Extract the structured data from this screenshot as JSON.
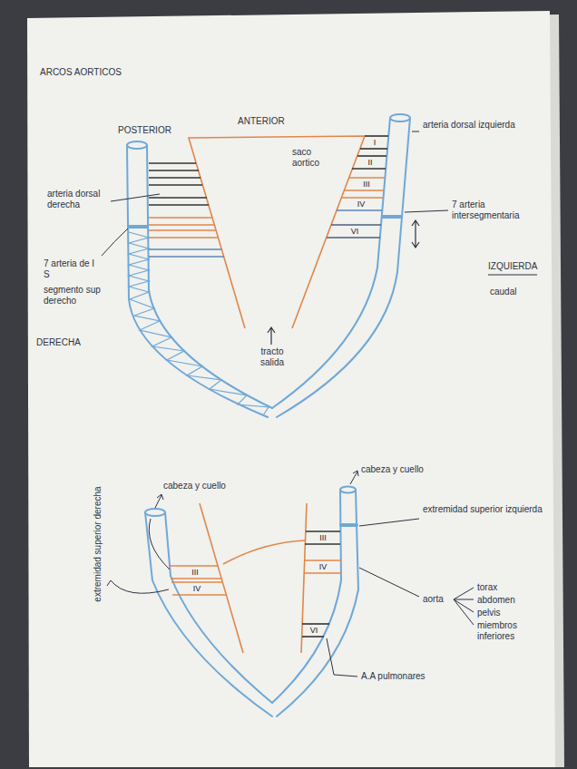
{
  "diagram": {
    "title": "ARCOS AORTICOS",
    "labels": [
      "POSTERIOR",
      "ANTERIOR",
      "saco aortico",
      "arteria dorsal izquierda",
      "arteria dorsal derecha",
      "7 arteria intersegmentaria",
      "I",
      "II",
      "III",
      "IV",
      "VI",
      "IZQUIERDA",
      "caudal",
      "7 arteria de I S",
      "segmento sup derecho",
      "DERECHA",
      "tracto salida",
      "extremidad superior derecha",
      "cabeza y cuello",
      "cabeza y cuello",
      "III",
      "IV",
      "III",
      "IV",
      "VI",
      "extremidad superior izquierda",
      "aorta",
      "torax",
      "abdomen",
      "pelvis",
      "miembros inferiores",
      "A.A pulmonares"
    ]
  }
}
